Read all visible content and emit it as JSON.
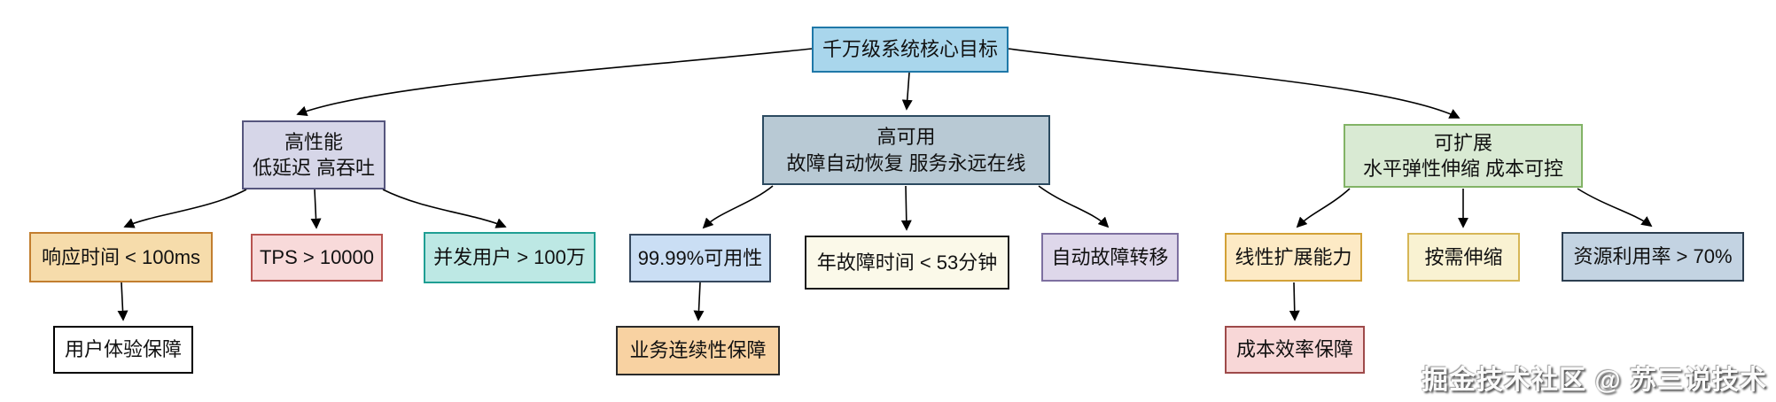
{
  "root_node": {
    "label": "千万级系统核心目标"
  },
  "branch_nodes": [
    {
      "id": "performance",
      "line1": "高性能",
      "line2": "低延迟 高吞吐"
    },
    {
      "id": "availability",
      "line1": "高可用",
      "line2": "故障自动恢复 服务永远在线"
    },
    {
      "id": "scalability",
      "line1": "可扩展",
      "line2": "水平弹性伸缩 成本可控"
    }
  ],
  "metric_nodes": [
    {
      "id": "response-time",
      "label": "响应时间 < 100ms"
    },
    {
      "id": "tps",
      "label": "TPS > 10000"
    },
    {
      "id": "concurrent-users",
      "label": "并发用户 > 100万"
    },
    {
      "id": "availability-rate",
      "label": "99.99%可用性"
    },
    {
      "id": "downtime",
      "label": "年故障时间 < 53分钟"
    },
    {
      "id": "failover",
      "label": "自动故障转移"
    },
    {
      "id": "linear-scaling",
      "label": "线性扩展能力"
    },
    {
      "id": "on-demand",
      "label": "按需伸缩"
    },
    {
      "id": "utilization",
      "label": "资源利用率 > 70%"
    }
  ],
  "outcome_nodes": [
    {
      "id": "user-experience",
      "label": "用户体验保障"
    },
    {
      "id": "business-continuity",
      "label": "业务连续性保障"
    },
    {
      "id": "cost-efficiency",
      "label": "成本效率保障"
    }
  ],
  "watermark": "掘金技术社区 @ 苏三说技术",
  "colors": {
    "edge": "#000000",
    "root": {
      "fill": "#a9d6ec",
      "border": "#1f78a8"
    },
    "performance": {
      "fill": "#d6d6e8",
      "border": "#56567e"
    },
    "availability": {
      "fill": "#b8c9d4",
      "border": "#2b4a60"
    },
    "scalability": {
      "fill": "#d9ead3",
      "border": "#82b366"
    },
    "response_time": {
      "fill": "#f6dcab",
      "border": "#c27e2f"
    },
    "tps": {
      "fill": "#f8dada",
      "border": "#b85450"
    },
    "concurrent": {
      "fill": "#bde8e4",
      "border": "#1f9e93"
    },
    "avail_rate": {
      "fill": "#cadef4",
      "border": "#36485e"
    },
    "downtime": {
      "fill": "#fbf9e9",
      "border": "#1a1a1a"
    },
    "failover": {
      "fill": "#ded7ea",
      "border": "#7d6fa0"
    },
    "linear": {
      "fill": "#fdeac5",
      "border": "#d2a137"
    },
    "on_demand": {
      "fill": "#f9f2d2",
      "border": "#d6b656"
    },
    "utilization": {
      "fill": "#c3d3e2",
      "border": "#2c3e50"
    },
    "user_exp": {
      "fill": "#ffffff",
      "border": "#000000"
    },
    "continuity": {
      "fill": "#f8d2a2",
      "border": "#2a2a2a"
    },
    "cost_eff": {
      "fill": "#f8d7d7",
      "border": "#9e4a4a"
    }
  }
}
